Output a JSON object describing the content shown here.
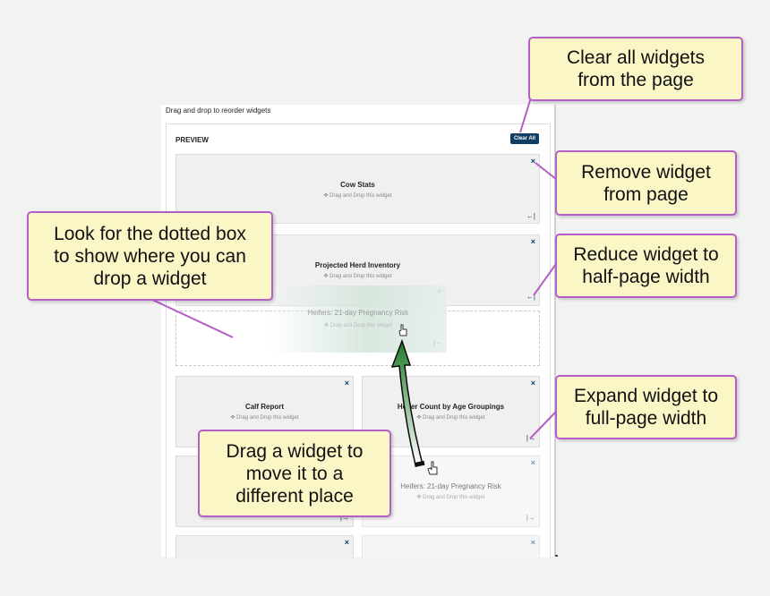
{
  "builder": {
    "instruction": "Drag and drop to reorder widgets",
    "preview_label": "PREVIEW",
    "clear_all_label": "Clear All",
    "drag_hint": "Drag and Drop this widget",
    "close_glyph": "×",
    "reduce_glyph": "←|",
    "expand_glyph": "|→",
    "widgets": {
      "cow_stats": "Cow Stats",
      "projected_herd": "Projected Herd Inventory",
      "ghost": "Heifers: 21-day Pregnancy Risk",
      "calf_report": "Calf Report",
      "heifer_count": "Heifer Count by Age Groupings",
      "heifers_risk": "Heifers: 21-day Pregnancy Risk"
    }
  },
  "callouts": {
    "clear_all": "Clear all widgets\nfrom the page",
    "remove": "Remove widget\nfrom page",
    "reduce": "Reduce widget to\nhalf-page width",
    "expand": "Expand widget to\nfull-page width",
    "dotted": "Look for the dotted box\nto show where you can\ndrop a widget",
    "drag": "Drag a widget to\nmove it to a\ndifferent place"
  },
  "colors": {
    "callout_bg": "#fbf6c6",
    "callout_border": "#b45ec6",
    "button_navy": "#0f3d63",
    "arrow_green": "#1e7a28"
  },
  "icons": [
    "move-icon",
    "close-icon",
    "reduce-width-icon",
    "expand-width-icon",
    "hand-cursor-icon",
    "green-drag-arrow"
  ]
}
